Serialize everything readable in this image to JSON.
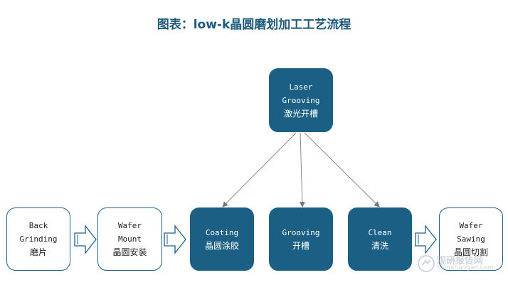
{
  "title": "图表：low-k晶圆磨划加工工艺流程",
  "nodes": {
    "back_grinding": {
      "en_line1": "Back",
      "en_line2": "Grinding",
      "zh": "磨片"
    },
    "wafer_mount": {
      "en_line1": "Wafer",
      "en_line2": "Mount",
      "zh": "晶圆安装"
    },
    "coating": {
      "en": "Coating",
      "zh": "晶圆涂胶"
    },
    "laser_grooving": {
      "en_line1": "Laser",
      "en_line2": "Grooving",
      "zh": "激光开槽"
    },
    "grooving": {
      "en": "Grooving",
      "zh": "开槽"
    },
    "clean": {
      "en": "Clean",
      "zh": "清洗"
    },
    "wafer_sawing": {
      "en_line1": "Wafer",
      "en_line2": "Sawing",
      "zh": "晶圆切割"
    }
  },
  "watermark": {
    "text": "观研报告网",
    "sub": "chinabaogao.com"
  },
  "colors": {
    "dark_fill": "#1b6084",
    "title": "#1d5a7c",
    "border": "#1f6288"
  }
}
